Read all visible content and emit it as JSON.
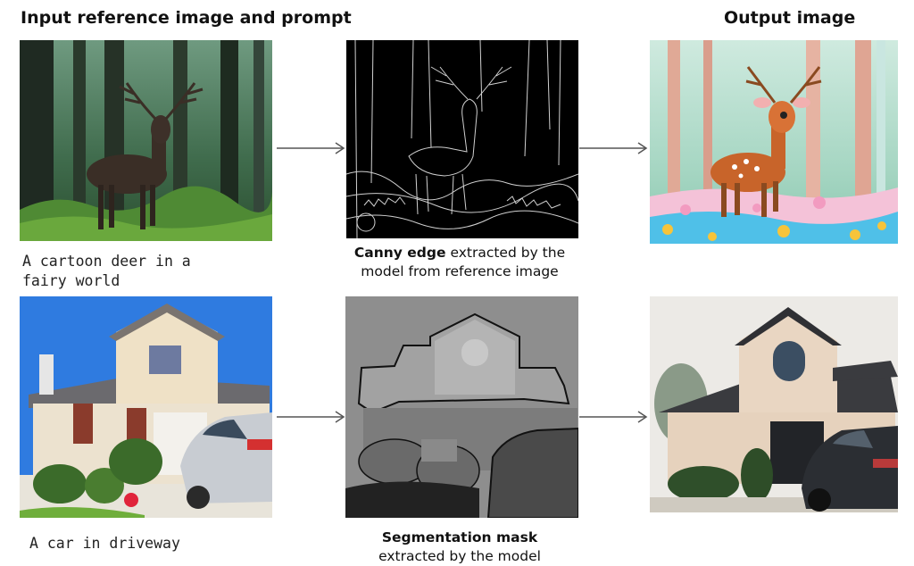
{
  "headers": {
    "input": "Input reference image and prompt",
    "output": "Output image"
  },
  "rows": [
    {
      "prompt_line1": "A cartoon deer in a",
      "prompt_line2": "fairy world",
      "caption_bold": "Canny edge",
      "caption_rest1": " extracted by the",
      "caption_line2": "model from reference image"
    },
    {
      "prompt_line1": "A car in driveway",
      "caption_bold": "Segmentation mask",
      "caption_line2": "extracted by the model"
    }
  ]
}
